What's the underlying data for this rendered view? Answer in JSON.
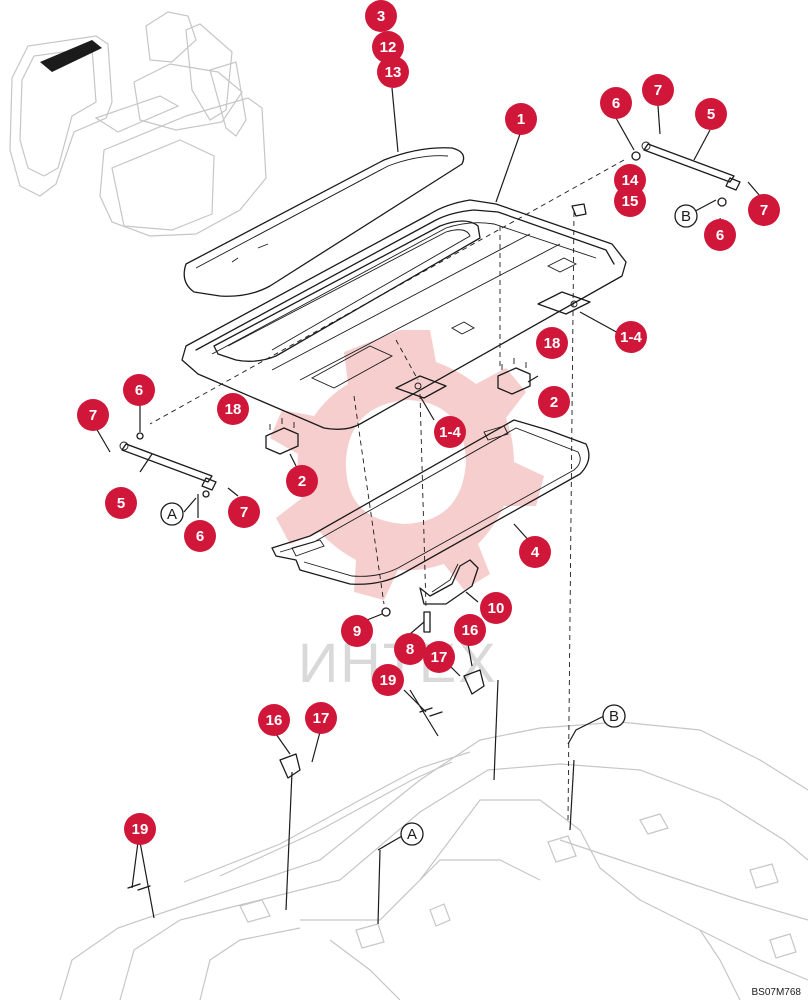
{
  "drawing_code": "BS07M768",
  "watermark": {
    "text": "ИНТЕХ"
  },
  "callouts": [
    {
      "id": "c-3",
      "label": "3"
    },
    {
      "id": "c-12",
      "label": "12"
    },
    {
      "id": "c-13",
      "label": "13"
    },
    {
      "id": "c-1",
      "label": "1"
    },
    {
      "id": "c-6a",
      "label": "6"
    },
    {
      "id": "c-7a",
      "label": "7"
    },
    {
      "id": "c-5a",
      "label": "5"
    },
    {
      "id": "c-14",
      "label": "14"
    },
    {
      "id": "c-15",
      "label": "15"
    },
    {
      "id": "c-7b",
      "label": "7"
    },
    {
      "id": "c-6b",
      "label": "6"
    },
    {
      "id": "c-1-4a",
      "label": "1-4"
    },
    {
      "id": "c-18a",
      "label": "18"
    },
    {
      "id": "c-2a",
      "label": "2"
    },
    {
      "id": "c-6c",
      "label": "6"
    },
    {
      "id": "c-7c",
      "label": "7"
    },
    {
      "id": "c-18b",
      "label": "18"
    },
    {
      "id": "c-1-4b",
      "label": "1-4"
    },
    {
      "id": "c-2b",
      "label": "2"
    },
    {
      "id": "c-5b",
      "label": "5"
    },
    {
      "id": "c-7d",
      "label": "7"
    },
    {
      "id": "c-6d",
      "label": "6"
    },
    {
      "id": "c-4",
      "label": "4"
    },
    {
      "id": "c-10",
      "label": "10"
    },
    {
      "id": "c-9",
      "label": "9"
    },
    {
      "id": "c-16a",
      "label": "16"
    },
    {
      "id": "c-8",
      "label": "8"
    },
    {
      "id": "c-17a",
      "label": "17"
    },
    {
      "id": "c-19a",
      "label": "19"
    },
    {
      "id": "c-16b",
      "label": "16"
    },
    {
      "id": "c-17b",
      "label": "17"
    },
    {
      "id": "c-19b",
      "label": "19"
    }
  ],
  "references": [
    {
      "id": "r-B1",
      "label": "B"
    },
    {
      "id": "r-A1",
      "label": "A"
    },
    {
      "id": "r-B2",
      "label": "B"
    },
    {
      "id": "r-A2",
      "label": "A"
    }
  ],
  "colors": {
    "callout": "#d0173a",
    "line": "#1b1b1b",
    "ghost": "#c6c6c6",
    "watermark": "#f2b9b9"
  }
}
